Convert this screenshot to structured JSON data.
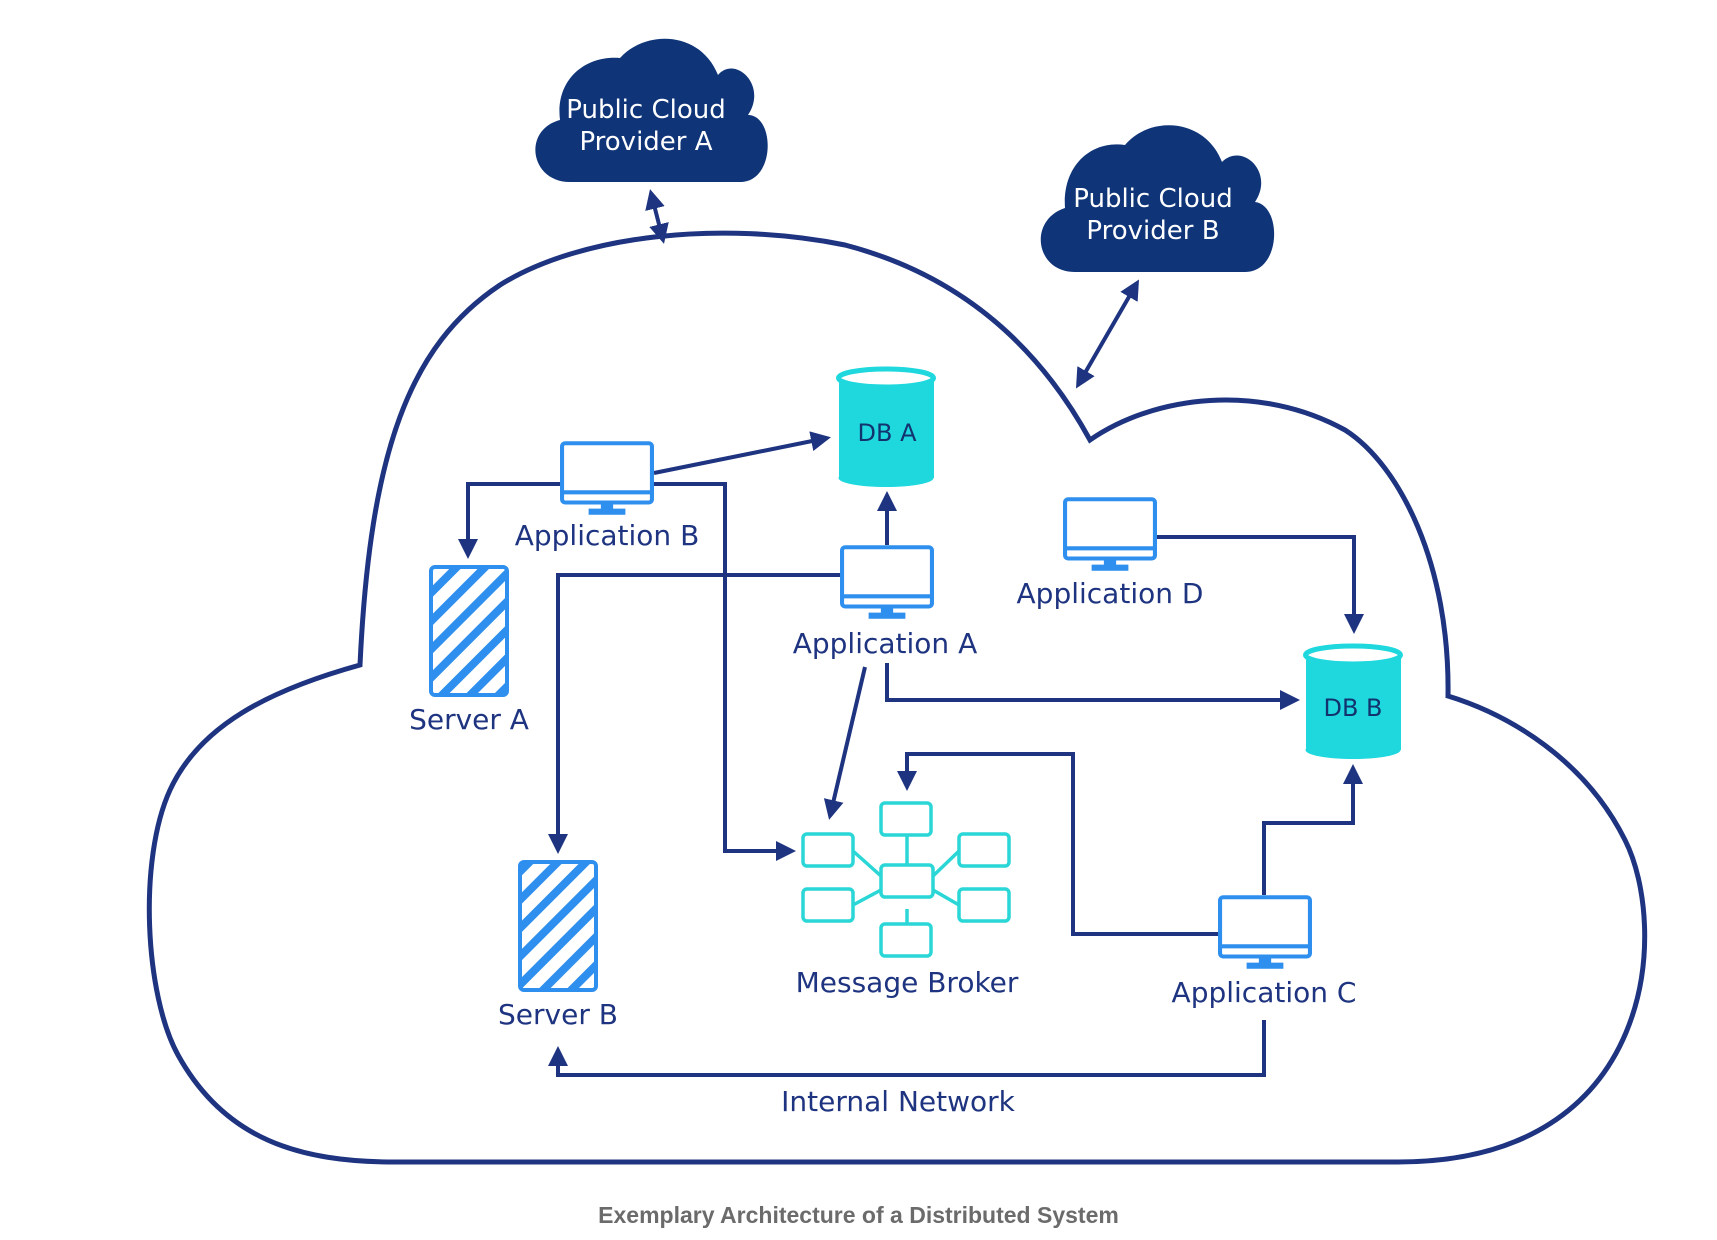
{
  "diagram": {
    "public_clouds": [
      {
        "line1": "Public Cloud",
        "line2": "Provider A"
      },
      {
        "line1": "Public Cloud",
        "line2": "Provider B"
      }
    ],
    "applications": {
      "a": "Application A",
      "b": "Application B",
      "c": "Application C",
      "d": "Application D"
    },
    "databases": {
      "a": "DB A",
      "b": "DB B"
    },
    "servers": {
      "a": "Server A",
      "b": "Server B"
    },
    "message_broker": "Message Broker",
    "internal_network": "Internal Network",
    "caption": "Exemplary Architecture of a Distributed System"
  },
  "colors": {
    "navy": "#1e3480",
    "dark_cloud": "#0f3478",
    "app_blue": "#2f8fef",
    "cyan": "#1ed8de",
    "broker_teal": "#2ad6d6"
  }
}
